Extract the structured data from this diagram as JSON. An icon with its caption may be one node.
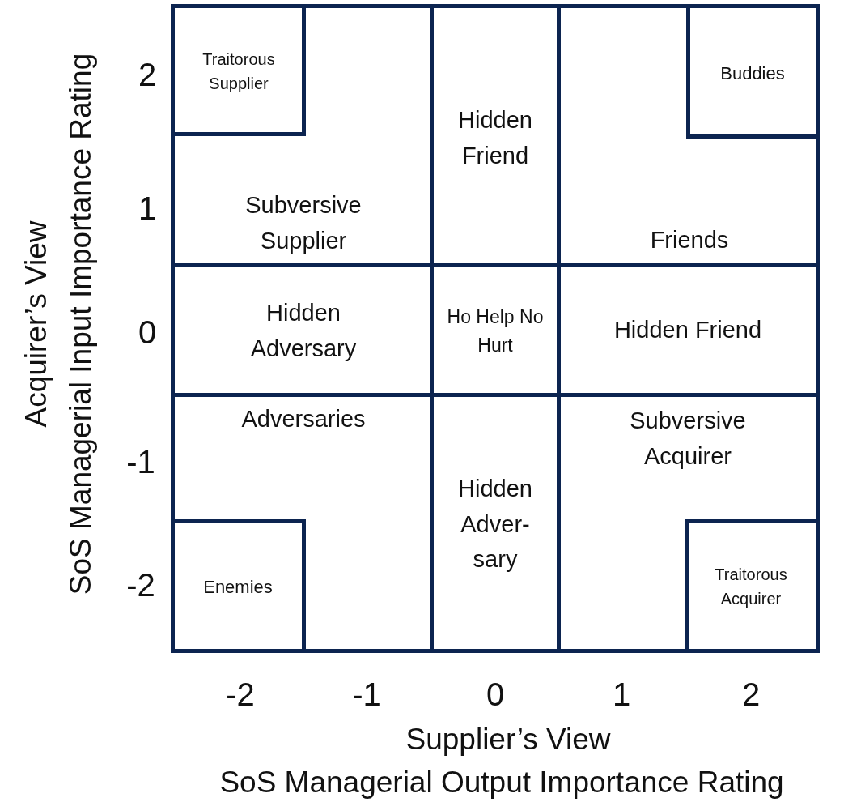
{
  "diagram": {
    "nodes": [
      {
        "text": [
          "Subversive Supplier"
        ]
      },
      {
        "text": [
          "Traitorous Supplier"
        ],
        "in": 0
      },
      {
        "text": [
          "Hidden Friend"
        ]
      },
      {
        "text": [
          "Friends"
        ]
      },
      {
        "text": [
          "Buddies"
        ],
        "in": 3
      },
      {
        "text": [
          "Hidden Adversary"
        ]
      },
      {
        "text": [
          "Ho Help No Hurt"
        ]
      },
      {
        "text": [
          "Hidden Friend"
        ]
      },
      {
        "text": [
          "Adversaries"
        ]
      },
      {
        "text": [
          "Enemies"
        ],
        "in": 8
      },
      {
        "text": [
          "Hidden Adver- sary"
        ]
      },
      {
        "text": [
          "Subversive Acquirer"
        ]
      },
      {
        "text": [
          "Traitorous Acquirer"
        ],
        "in": 11
      }
    ],
    "labels": [
      "2",
      "1",
      "0",
      "-1",
      "-2",
      "-2",
      "-1",
      "0",
      "1",
      "2",
      "Supplier’s View",
      "SoS Managerial Output Importance Rating",
      "Acquirer’s View",
      "SoS Managerial Input Importance Rating"
    ]
  }
}
